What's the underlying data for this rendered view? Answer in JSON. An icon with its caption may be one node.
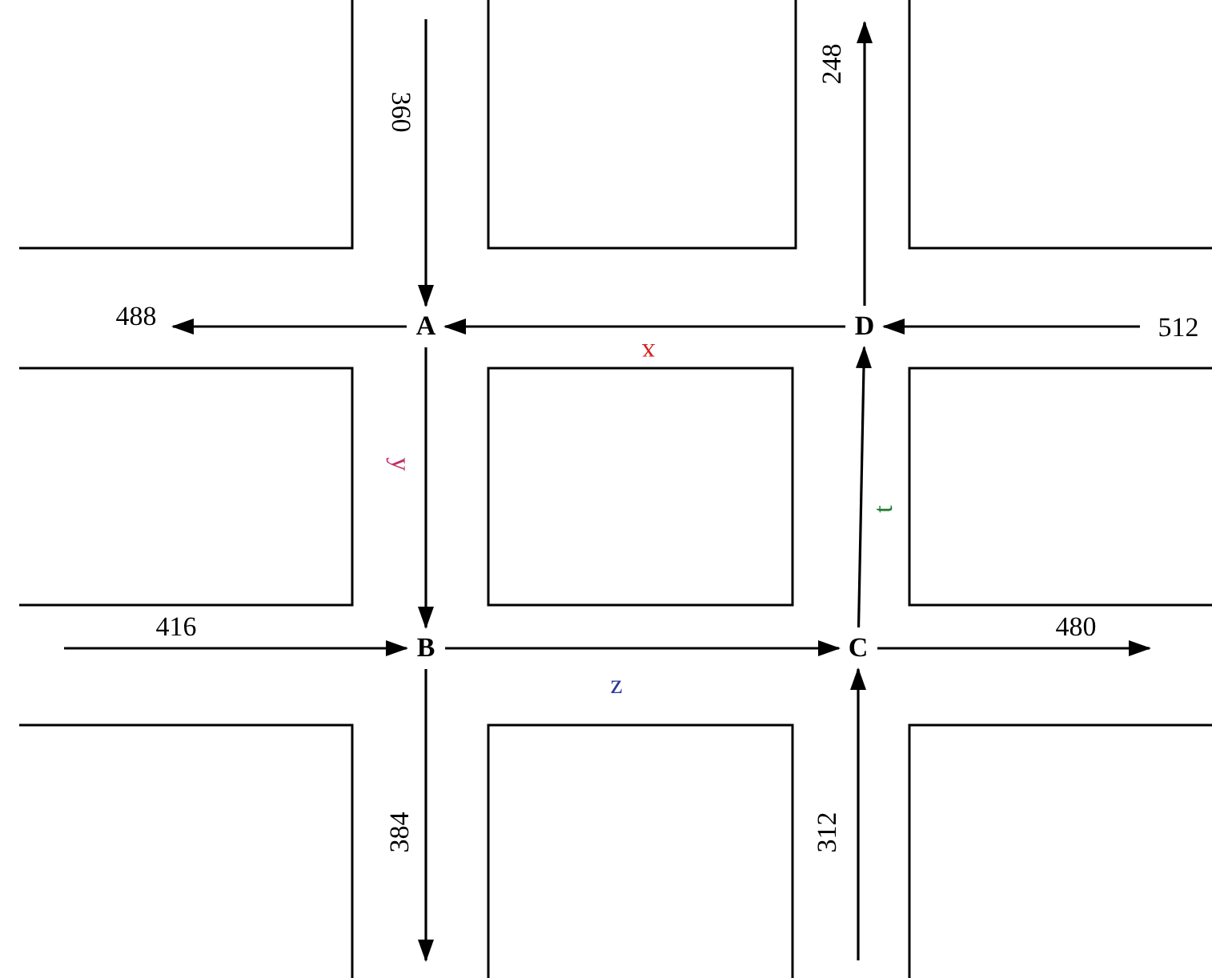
{
  "diagram": {
    "nodes": [
      {
        "text": [
          "A"
        ]
      },
      {
        "text": [
          "B"
        ]
      },
      {
        "text": [
          "C"
        ]
      },
      {
        "text": [
          "D"
        ]
      }
    ],
    "edges": [
      {
        "from": null,
        "to": 0,
        "arrow": "to",
        "label": "360"
      },
      {
        "from": null,
        "to": 3,
        "arrow": "to",
        "label": "512"
      },
      {
        "from": 3,
        "to": null,
        "arrow": "to",
        "label": "248"
      },
      {
        "from": 0,
        "to": null,
        "arrow": "to",
        "label": "488"
      },
      {
        "from": 3,
        "to": 0,
        "arrow": "to",
        "label": "x"
      },
      {
        "from": 0,
        "to": 1,
        "arrow": "to",
        "label": "y"
      },
      {
        "from": 2,
        "to": 3,
        "arrow": "to",
        "label": "t"
      },
      {
        "from": null,
        "to": 1,
        "arrow": "to",
        "label": "416"
      },
      {
        "from": 1,
        "to": 2,
        "arrow": "to",
        "label": "z"
      },
      {
        "from": 2,
        "to": null,
        "arrow": "to",
        "label": "480"
      },
      {
        "from": 1,
        "to": null,
        "arrow": "to",
        "label": "384"
      },
      {
        "from": null,
        "to": 2,
        "arrow": "to",
        "label": "312"
      }
    ]
  }
}
